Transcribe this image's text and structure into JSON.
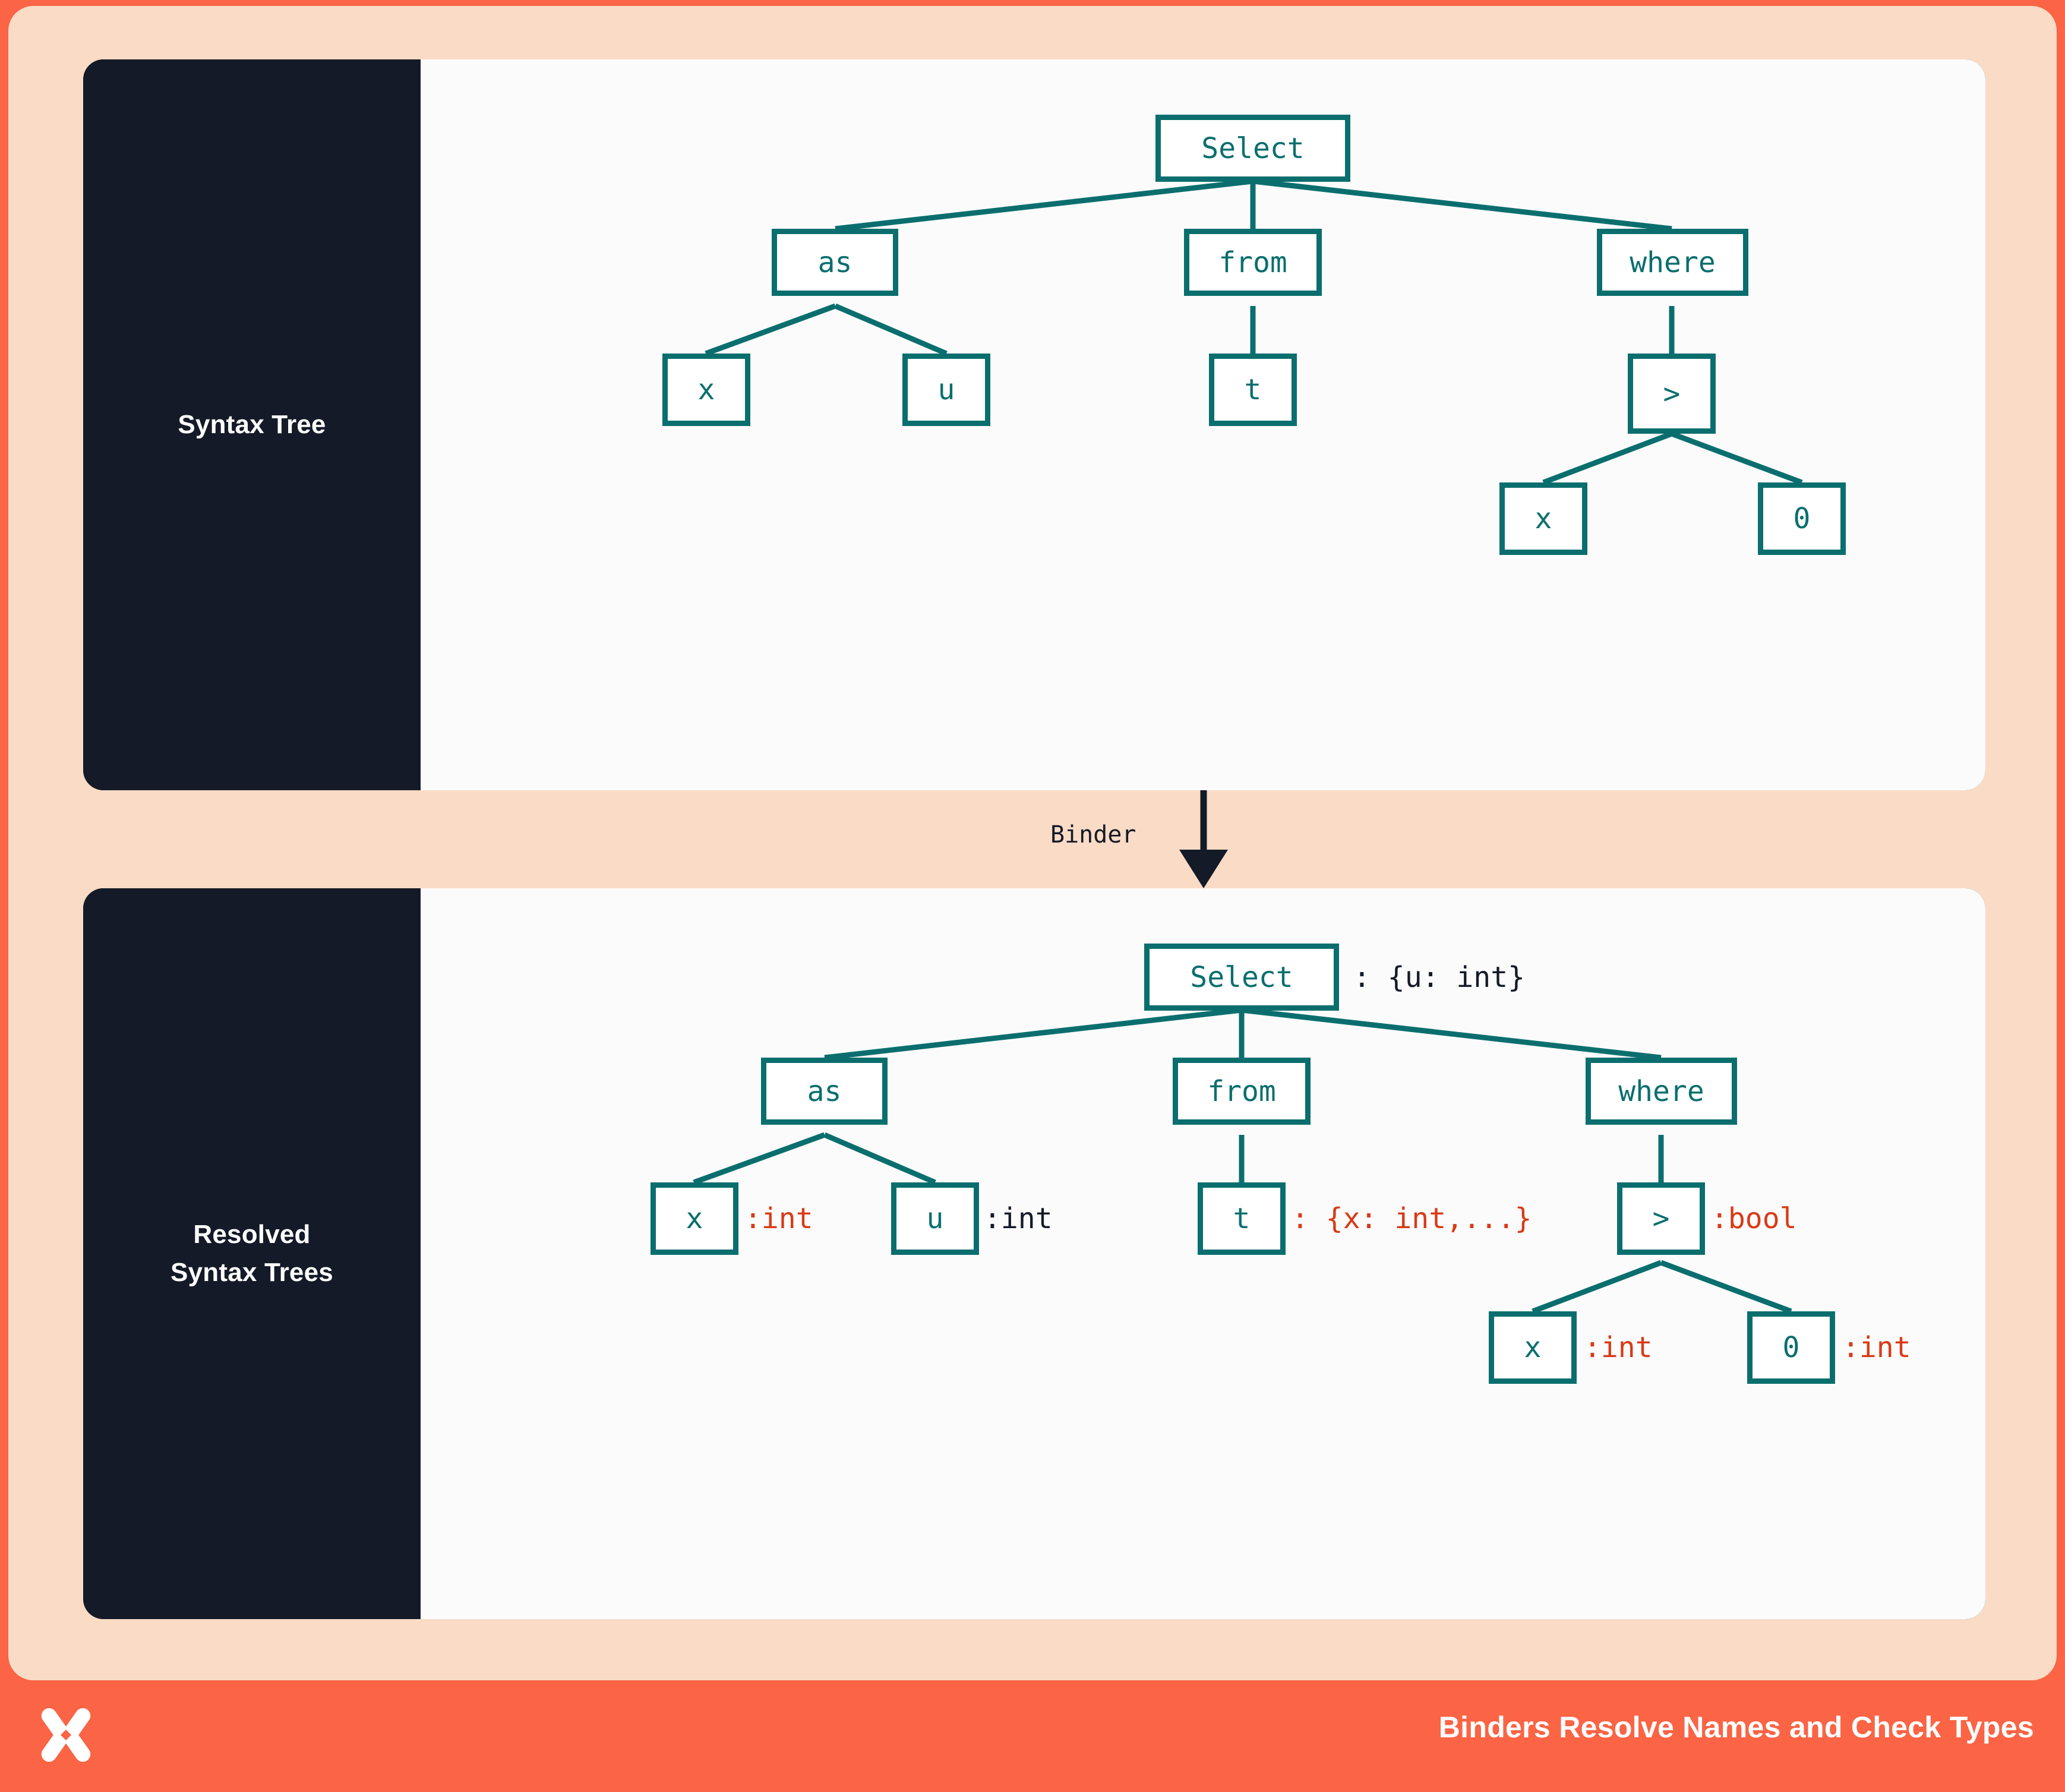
{
  "theme": {
    "page_bg": "#fb6445",
    "card_bg": "#f9dbc6",
    "panel_dark": "#141a27",
    "canvas_bg": "#fbfbfc",
    "node_stroke": "#0b6e6e",
    "annotation_red": "#d93a15",
    "annotation_dark": "#141a27",
    "footer_text": "#ffffff"
  },
  "panels": {
    "top": {
      "label": "Syntax Tree"
    },
    "bottom": {
      "label_line1": "Resolved",
      "label_line2": "Syntax Trees"
    }
  },
  "binder": {
    "label": "Binder"
  },
  "footer": {
    "title": "Binders Resolve Names and Check Types",
    "logo_name": "x-mark-logo"
  },
  "chart_data": {
    "type": "diagram",
    "title": "Binders Resolve Names and Check Types",
    "trees": [
      {
        "name": "syntax-tree",
        "panel_label": "Syntax Tree",
        "nodes": [
          {
            "id": "select",
            "text": "Select",
            "annotation": null
          },
          {
            "id": "as",
            "text": "as",
            "annotation": null
          },
          {
            "id": "from",
            "text": "from",
            "annotation": null
          },
          {
            "id": "where",
            "text": "where",
            "annotation": null
          },
          {
            "id": "as-x",
            "text": "x",
            "annotation": null
          },
          {
            "id": "as-u",
            "text": "u",
            "annotation": null
          },
          {
            "id": "from-t",
            "text": "t",
            "annotation": null
          },
          {
            "id": "gt",
            "text": ">",
            "annotation": null
          },
          {
            "id": "gt-x",
            "text": "x",
            "annotation": null
          },
          {
            "id": "gt-0",
            "text": "0",
            "annotation": null
          }
        ],
        "edges": [
          [
            "select",
            "as"
          ],
          [
            "select",
            "from"
          ],
          [
            "select",
            "where"
          ],
          [
            "as",
            "as-x"
          ],
          [
            "as",
            "as-u"
          ],
          [
            "from",
            "from-t"
          ],
          [
            "where",
            "gt"
          ],
          [
            "gt",
            "gt-x"
          ],
          [
            "gt",
            "gt-0"
          ]
        ]
      },
      {
        "name": "resolved-syntax-tree",
        "panel_label": "Resolved Syntax Trees",
        "nodes": [
          {
            "id": "select",
            "text": "Select",
            "annotation": ": {u: int}",
            "annotation_color": "dark"
          },
          {
            "id": "as",
            "text": "as",
            "annotation": null
          },
          {
            "id": "from",
            "text": "from",
            "annotation": null
          },
          {
            "id": "where",
            "text": "where",
            "annotation": null
          },
          {
            "id": "as-x",
            "text": "x",
            "annotation": ":int",
            "annotation_color": "red"
          },
          {
            "id": "as-u",
            "text": "u",
            "annotation": ":int",
            "annotation_color": "dark"
          },
          {
            "id": "from-t",
            "text": "t",
            "annotation": ": {x: int,...}",
            "annotation_color": "red"
          },
          {
            "id": "gt",
            "text": ">",
            "annotation": ":bool",
            "annotation_color": "red"
          },
          {
            "id": "gt-x",
            "text": "x",
            "annotation": ":int",
            "annotation_color": "red"
          },
          {
            "id": "gt-0",
            "text": "0",
            "annotation": ":int",
            "annotation_color": "red"
          }
        ],
        "edges": [
          [
            "select",
            "as"
          ],
          [
            "select",
            "from"
          ],
          [
            "select",
            "where"
          ],
          [
            "as",
            "as-x"
          ],
          [
            "as",
            "as-u"
          ],
          [
            "from",
            "from-t"
          ],
          [
            "where",
            "gt"
          ],
          [
            "gt",
            "gt-x"
          ],
          [
            "gt",
            "gt-0"
          ]
        ]
      }
    ],
    "transform": {
      "from": "syntax-tree",
      "to": "resolved-syntax-tree",
      "label": "Binder"
    }
  }
}
